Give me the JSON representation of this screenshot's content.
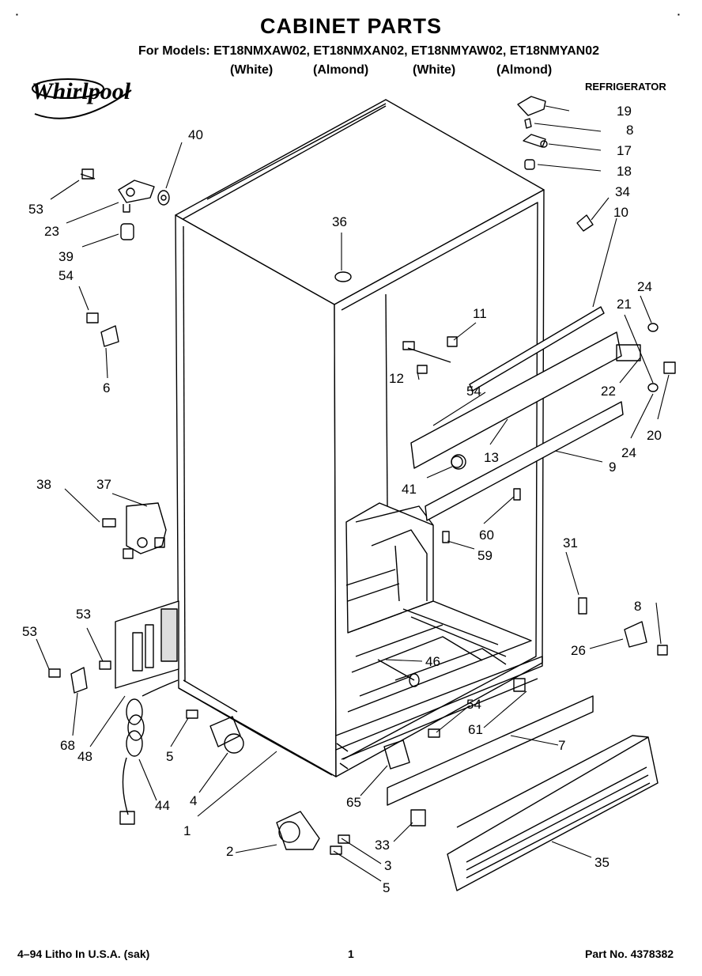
{
  "header": {
    "title": "CABINET PARTS",
    "models_prefix": "For Models:",
    "models": [
      "ET18NMXAW02,",
      "ET18NMXAN02,",
      "ET18NMYAW02,",
      "ET18NMYAN02"
    ],
    "colors": [
      "(White)",
      "(Almond)",
      "(White)",
      "(Almond)"
    ],
    "brand": "Whirlpool",
    "appliance": "REFRIGERATOR"
  },
  "footer": {
    "litho": "4–94 Litho In U.S.A. (sak)",
    "page_number": "1",
    "part_no": "Part No. 4378382"
  },
  "callouts": [
    "1",
    "2",
    "3",
    "4",
    "5",
    "5",
    "6",
    "7",
    "8",
    "8",
    "9",
    "10",
    "11",
    "12",
    "13",
    "17",
    "18",
    "19",
    "20",
    "21",
    "22",
    "23",
    "24",
    "24",
    "26",
    "31",
    "33",
    "34",
    "35",
    "36",
    "37",
    "38",
    "39",
    "40",
    "41",
    "44",
    "46",
    "48",
    "53",
    "53",
    "53",
    "54",
    "54",
    "54",
    "59",
    "60",
    "61",
    "65",
    "68"
  ]
}
